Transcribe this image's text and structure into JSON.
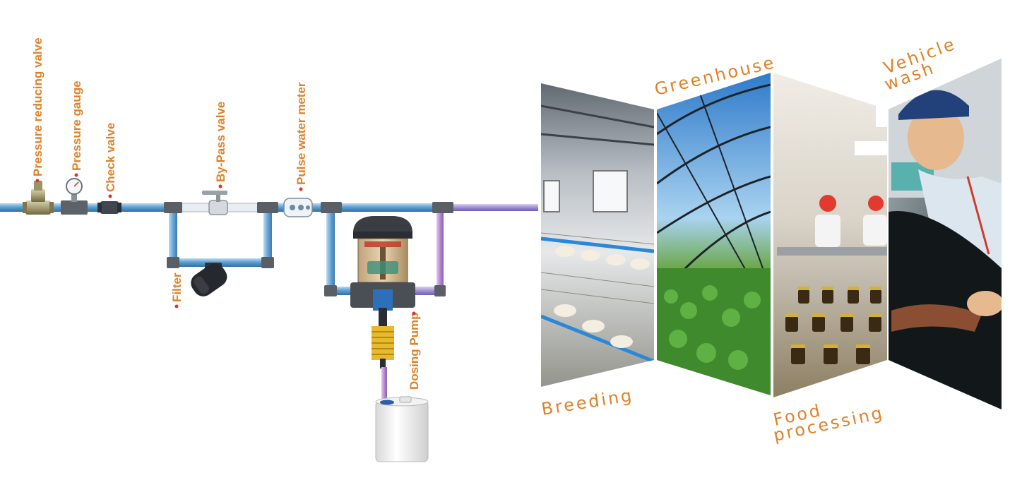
{
  "colors": {
    "label": "#e0812a",
    "dot": "#d9362b",
    "pipe": "#6aa6d6",
    "pipe_purple": "#9f8fd4",
    "fitting": "#5a5f66"
  },
  "components": {
    "pressure_reducing_valve": "Pressure reducing valve",
    "pressure_gauge": "Pressure gauge",
    "check_valve": "Check valve",
    "bypass_valve": "By-Pass valve",
    "pulse_water_meter": "Pulse water meter",
    "filter": "Filter",
    "dosing_pump": "Dosing Pump"
  },
  "applications": {
    "breeding": "Breeding",
    "greenhouse": "Greenhouse",
    "food_line1": "Food",
    "food_line2": "processing",
    "vehicle_line1": "Vehicle",
    "vehicle_line2": "wash"
  },
  "icons": [
    "pressure-reducing-valve-icon",
    "pressure-gauge-icon",
    "check-valve-icon",
    "bypass-valve-icon",
    "pulse-water-meter-icon",
    "filter-icon",
    "dosing-pump-icon",
    "chemical-tank-icon"
  ]
}
